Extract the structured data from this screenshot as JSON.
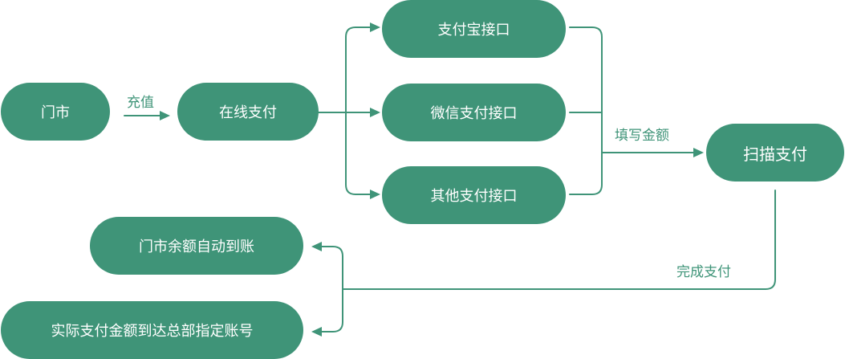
{
  "nodes": {
    "store": "门市",
    "online_pay": "在线支付",
    "alipay": "支付宝接口",
    "wechat": "微信支付接口",
    "other": "其他支付接口",
    "scan_pay": "扫描支付",
    "balance": "门市余额自动到账",
    "hq_account": "实际支付金额到达总部指定账号"
  },
  "edge_labels": {
    "recharge": "充值",
    "fill_amount": "填写金额",
    "complete": "完成支付"
  },
  "colors": {
    "node_fill": "#3f9478",
    "node_text": "#ffffff",
    "edge": "#3f9478"
  }
}
